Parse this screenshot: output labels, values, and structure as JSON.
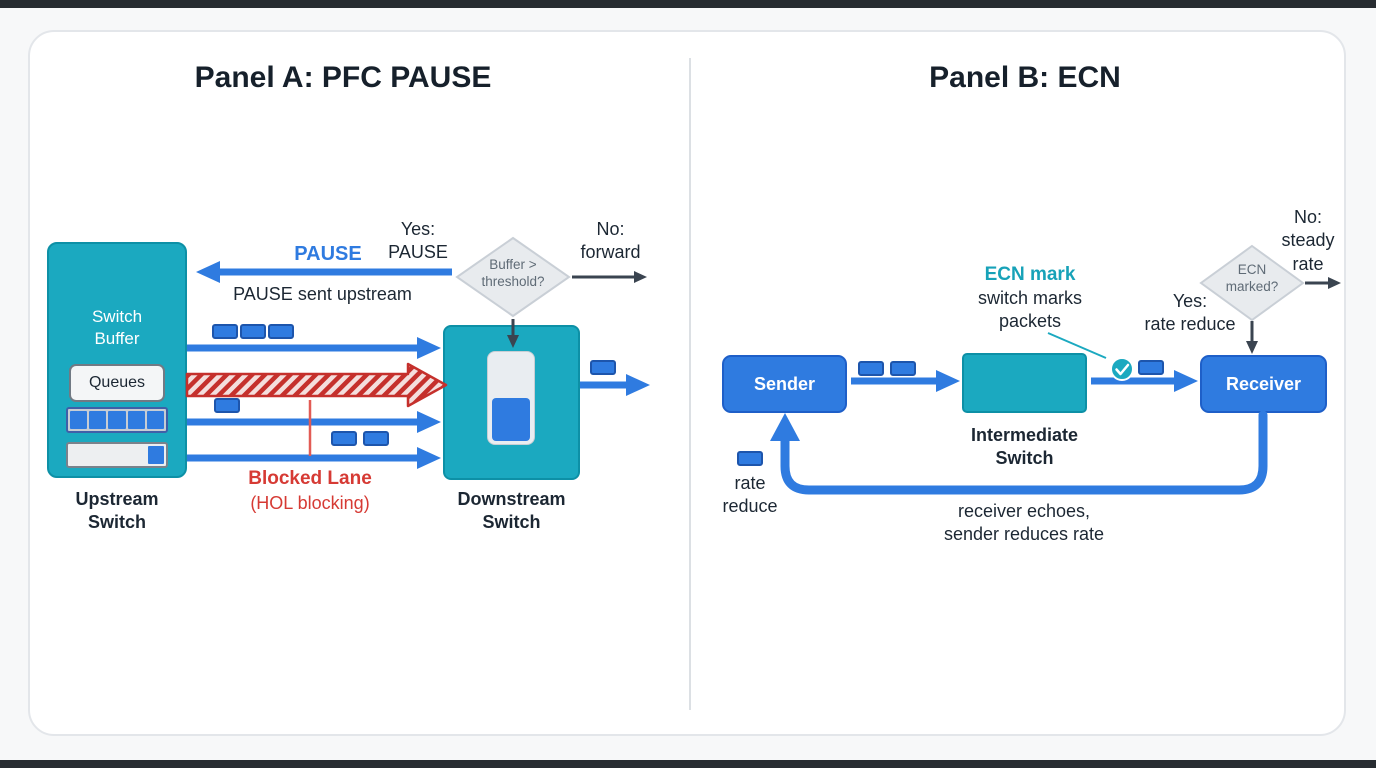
{
  "panel_a": {
    "title": "Panel A: PFC PAUSE",
    "upstream": {
      "buffer_title": "Switch\nBuffer",
      "queues_label": "Queues",
      "label": "Upstream\nSwitch"
    },
    "downstream_label": "Downstream\nSwitch",
    "pause_label": "PAUSE",
    "pause_caption": "PAUSE sent upstream",
    "decision_question": "Buffer >\nthreshold?",
    "decision_yes": "Yes:\nPAUSE",
    "decision_no": "No:\nforward",
    "blocked_line1": "Blocked Lane",
    "blocked_line2": "(HOL blocking)"
  },
  "panel_b": {
    "title": "Panel B: ECN",
    "sender_label": "Sender",
    "intermediate_label": "Intermediate\nSwitch",
    "receiver_label": "Receiver",
    "ecn_mark_label": "ECN mark",
    "ecn_mark_caption": "switch marks\npackets",
    "decision_question": "ECN\nmarked?",
    "decision_yes": "Yes:\nrate reduce",
    "decision_no": "No:\nsteady\nrate",
    "rate_reduce_label": "rate\nreduce",
    "feedback_caption": "receiver echoes,\nsender reduces rate"
  },
  "colors": {
    "teal": "#1BA9C0",
    "blue": "#2F7BE0",
    "red": "#D63A34",
    "dark_text": "#1C2733",
    "diamond_fill": "#E8EBEE",
    "diamond_border": "#C9CFD6"
  }
}
